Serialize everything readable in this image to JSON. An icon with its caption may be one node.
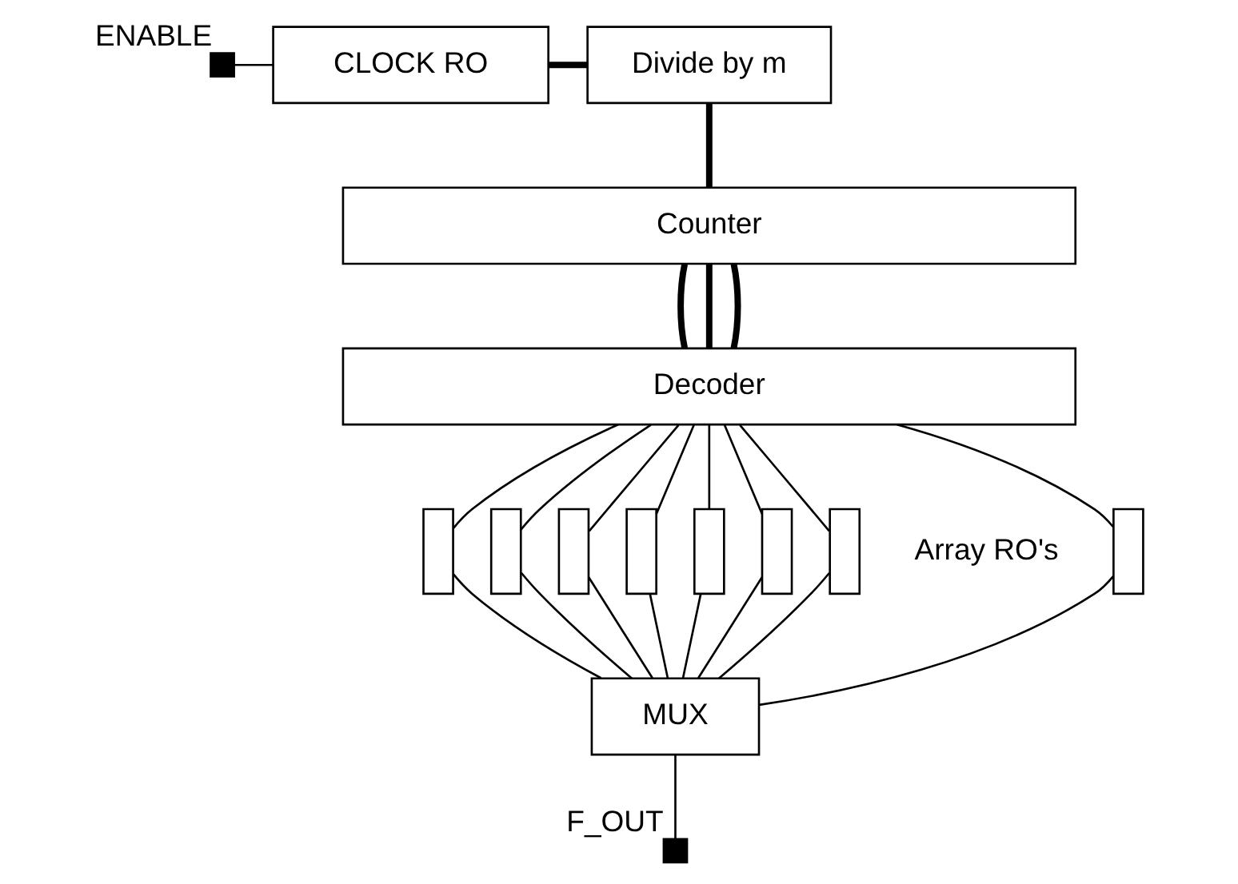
{
  "diagram": {
    "nodes": [
      {
        "text": [],
        "shape": "box",
        "beside": [
          "ENABLE"
        ]
      },
      {
        "text": [
          "CLOCK RO"
        ]
      },
      {
        "text": [
          "Divide by m"
        ]
      },
      {
        "text": [
          "Counter"
        ]
      },
      {
        "text": [
          "Decoder"
        ]
      },
      {
        "text": [],
        "shape": "box"
      },
      {
        "text": [],
        "shape": "box"
      },
      {
        "text": [],
        "shape": "box"
      },
      {
        "text": [],
        "shape": "box"
      },
      {
        "text": [],
        "shape": "box"
      },
      {
        "text": [],
        "shape": "box"
      },
      {
        "text": [],
        "shape": "box"
      },
      {
        "text": [],
        "shape": "box"
      },
      {
        "text": [
          "MUX"
        ]
      },
      {
        "text": [],
        "shape": "box",
        "beside": [
          "F_OUT"
        ]
      }
    ],
    "edges": [
      {
        "from": 0,
        "to": 1,
        "arrow": "none"
      },
      {
        "from": 1,
        "to": 2,
        "arrow": "none",
        "style": "thick"
      },
      {
        "from": 2,
        "to": 3,
        "arrow": "none",
        "style": "thick"
      },
      {
        "from": 3,
        "to": 4,
        "arrow": "none",
        "style": "thick"
      },
      {
        "from": 3,
        "to": 4,
        "arrow": "none",
        "style": "thick"
      },
      {
        "from": 3,
        "to": 4,
        "arrow": "none",
        "style": "thick"
      },
      {
        "from": 4,
        "to": 5,
        "arrow": "none"
      },
      {
        "from": 4,
        "to": 6,
        "arrow": "none"
      },
      {
        "from": 4,
        "to": 7,
        "arrow": "none"
      },
      {
        "from": 4,
        "to": 8,
        "arrow": "none"
      },
      {
        "from": 4,
        "to": 9,
        "arrow": "none"
      },
      {
        "from": 4,
        "to": 10,
        "arrow": "none"
      },
      {
        "from": 4,
        "to": 11,
        "arrow": "none"
      },
      {
        "from": 4,
        "to": 12,
        "arrow": "none"
      },
      {
        "from": 5,
        "to": 13,
        "arrow": "none"
      },
      {
        "from": 6,
        "to": 13,
        "arrow": "none"
      },
      {
        "from": 7,
        "to": 13,
        "arrow": "none"
      },
      {
        "from": 8,
        "to": 13,
        "arrow": "none"
      },
      {
        "from": 9,
        "to": 13,
        "arrow": "none"
      },
      {
        "from": 10,
        "to": 13,
        "arrow": "none"
      },
      {
        "from": 11,
        "to": 13,
        "arrow": "none"
      },
      {
        "from": 12,
        "to": 13,
        "arrow": "none"
      },
      {
        "from": 13,
        "to": 14,
        "arrow": "none"
      }
    ],
    "labels": [
      "Array RO's"
    ]
  }
}
